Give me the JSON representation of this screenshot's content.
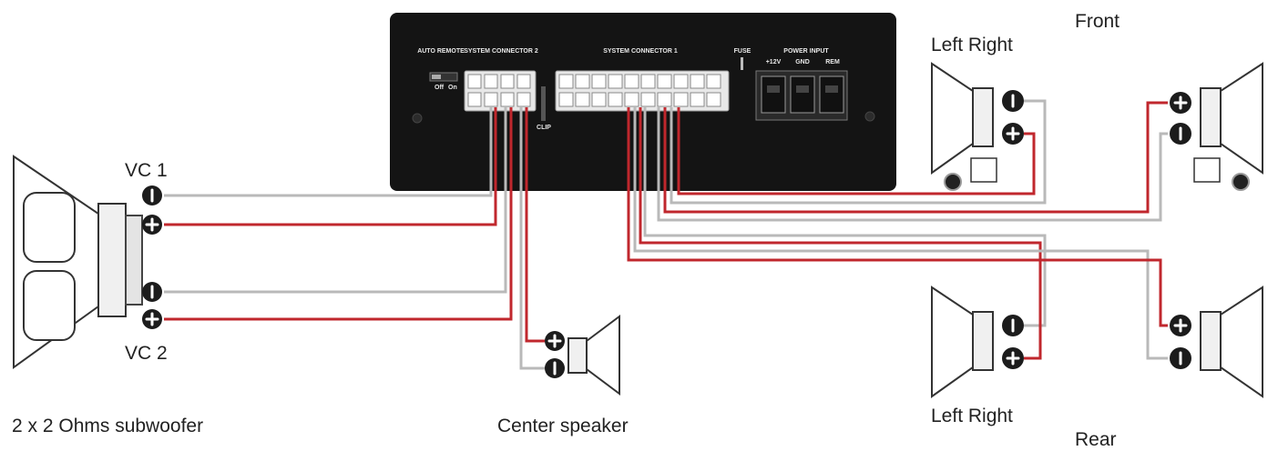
{
  "labels": {
    "front": "Front",
    "rear": "Rear",
    "front_left_right": "Left Right",
    "rear_left_right": "Left Right",
    "vc1": "VC 1",
    "vc2": "VC 2",
    "subwoofer": "2 x 2 Ohms subwoofer",
    "center": "Center speaker"
  },
  "amplifier": {
    "auto_remote": "AUTO REMOTE",
    "switch_off": "Off",
    "switch_on": "On",
    "system_connector_2": "SYSTEM CONNECTOR 2",
    "system_connector_1": "SYSTEM CONNECTOR 1",
    "clip": "CLIP",
    "fuse": "FUSE",
    "power_input": "POWER INPUT",
    "plus12v": "+12V",
    "gnd": "GND",
    "rem": "REM"
  },
  "colors": {
    "positive_wire": "#c0272d",
    "negative_wire": "#b9b9b9",
    "amplifier_body": "#141414"
  }
}
